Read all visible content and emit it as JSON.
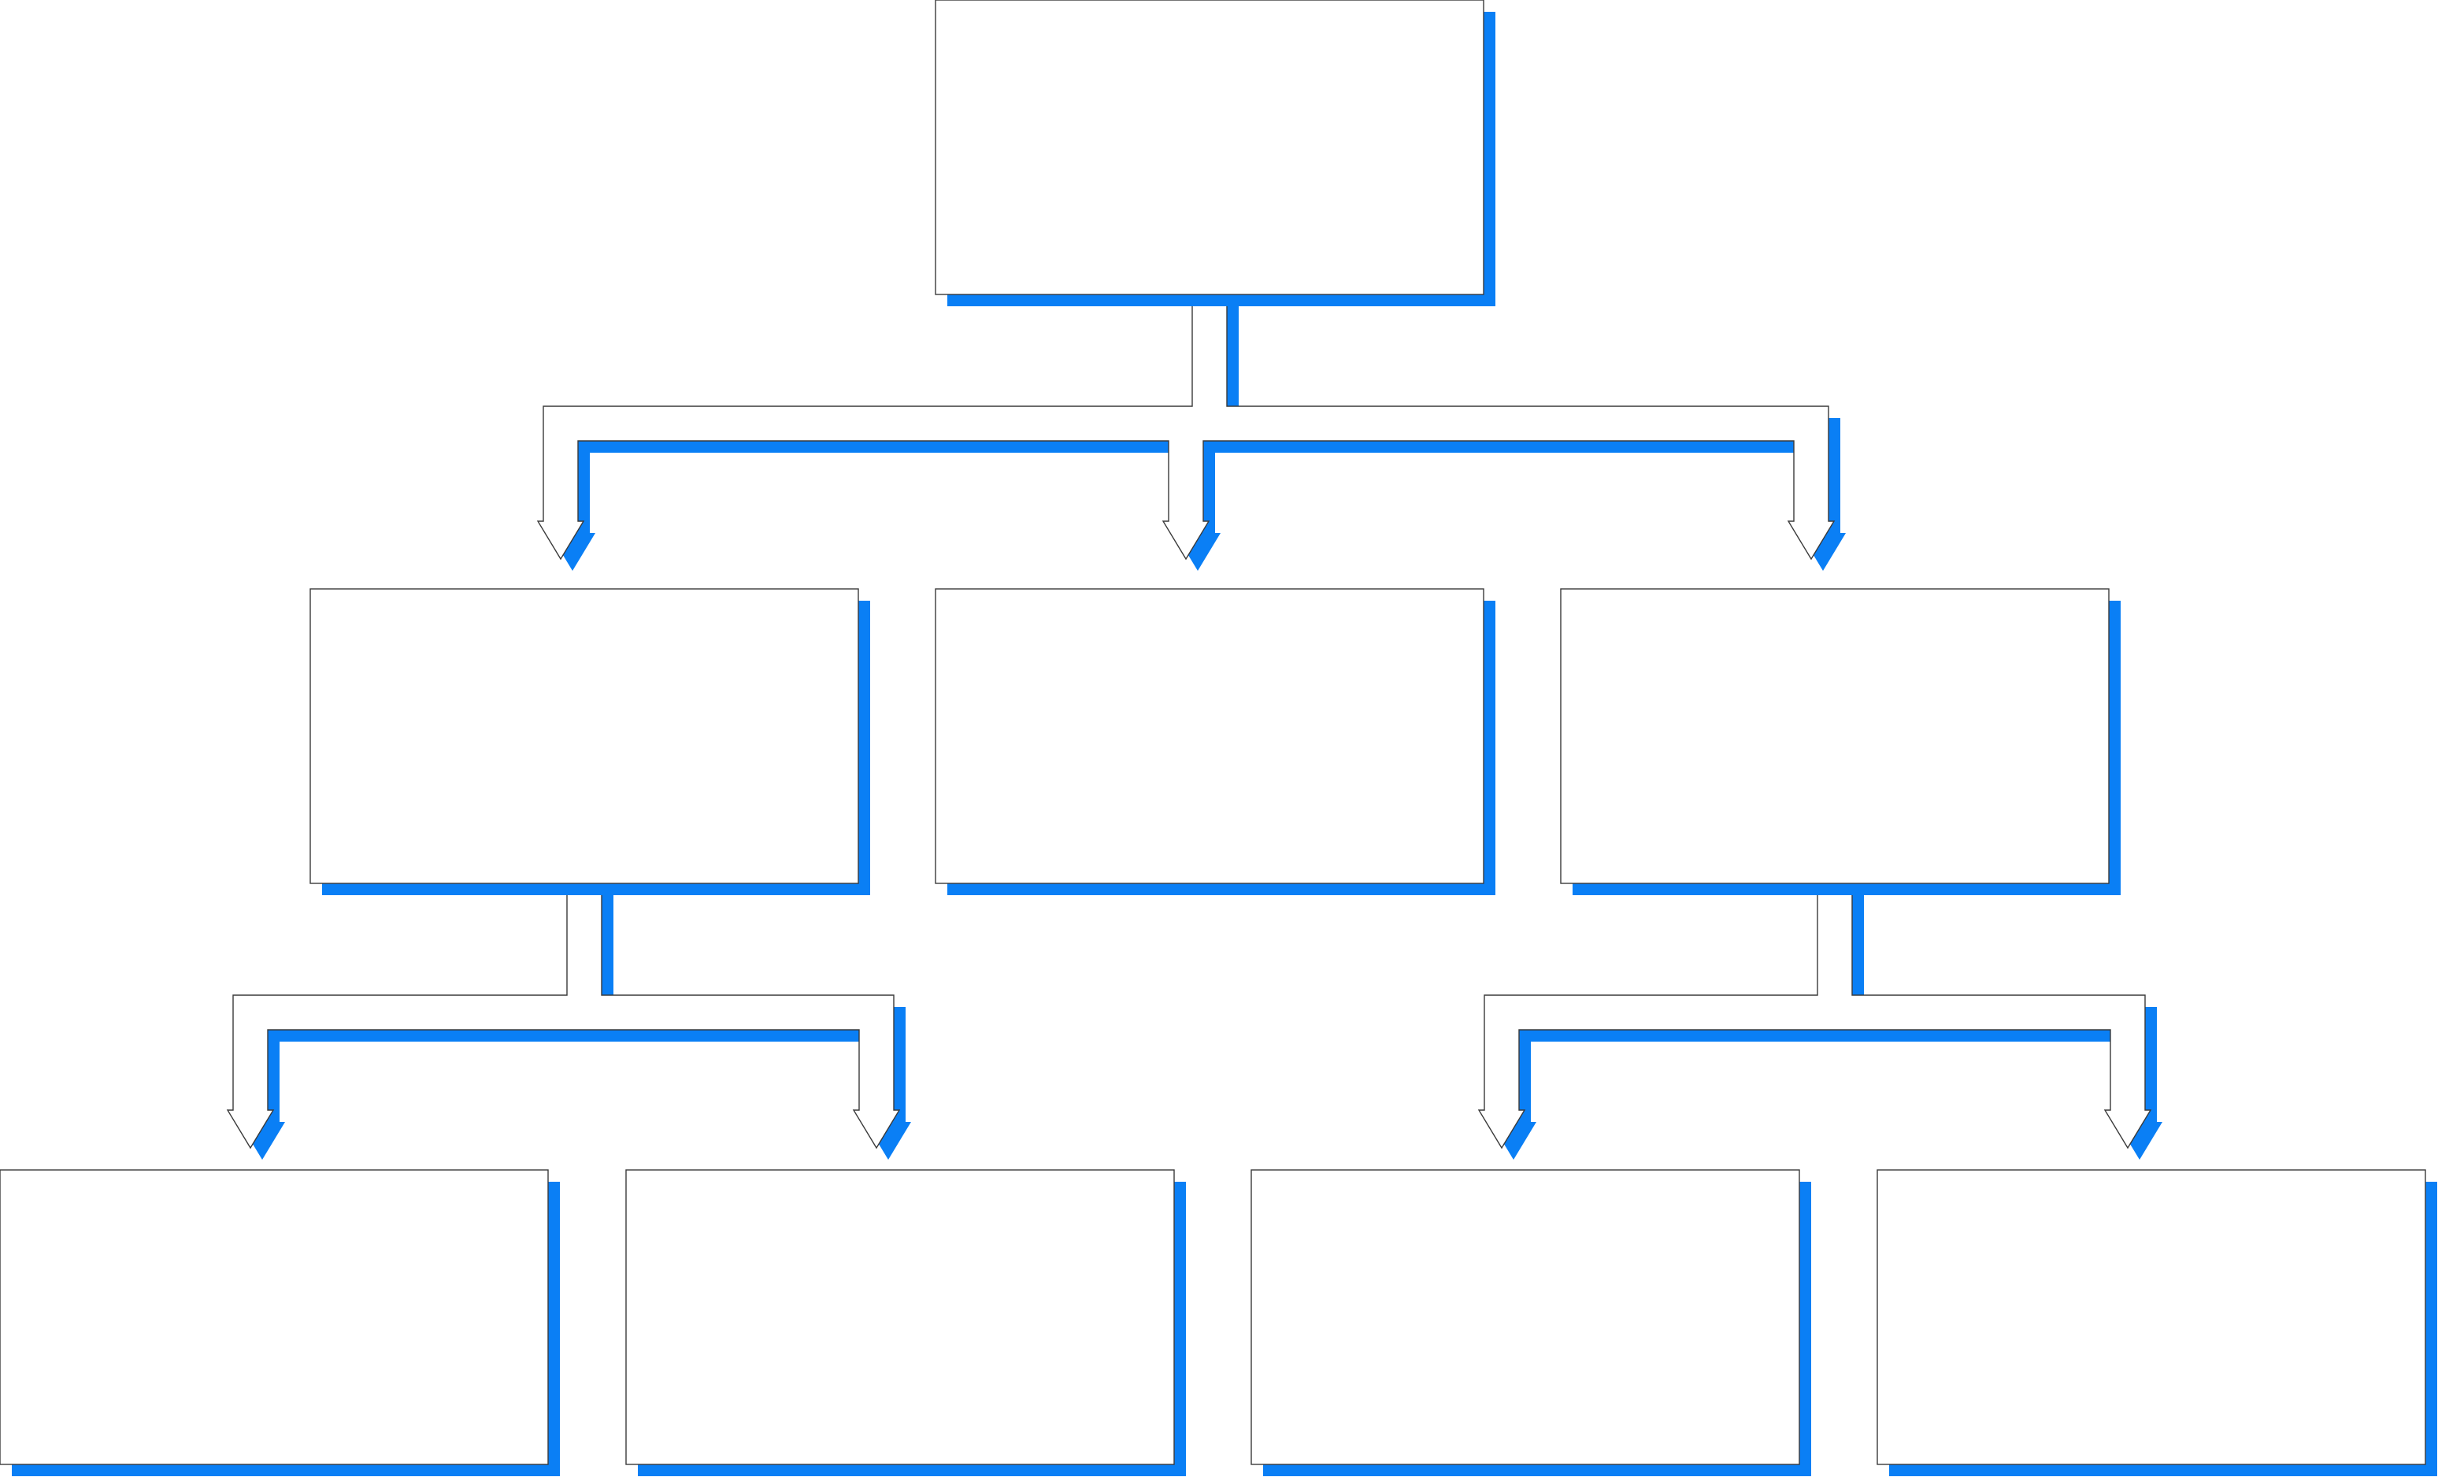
{
  "colors": {
    "shadow": "#0a7ff5",
    "box_fill": "#ffffff",
    "outline": "#3a3a3a",
    "background": "#ffffff"
  },
  "nodes": [
    {
      "id": "root",
      "level": 0,
      "label": ""
    },
    {
      "id": "child-left",
      "level": 1,
      "label": ""
    },
    {
      "id": "child-middle",
      "level": 1,
      "label": ""
    },
    {
      "id": "child-right",
      "level": 1,
      "label": ""
    },
    {
      "id": "grandchild-1",
      "level": 2,
      "label": ""
    },
    {
      "id": "grandchild-2",
      "level": 2,
      "label": ""
    },
    {
      "id": "grandchild-3",
      "level": 2,
      "label": ""
    },
    {
      "id": "grandchild-4",
      "level": 2,
      "label": ""
    }
  ],
  "edges": [
    {
      "from": "root",
      "to": [
        "child-left",
        "child-middle",
        "child-right"
      ]
    },
    {
      "from": "child-left",
      "to": [
        "grandchild-1",
        "grandchild-2"
      ]
    },
    {
      "from": "child-right",
      "to": [
        "grandchild-3",
        "grandchild-4"
      ]
    }
  ]
}
